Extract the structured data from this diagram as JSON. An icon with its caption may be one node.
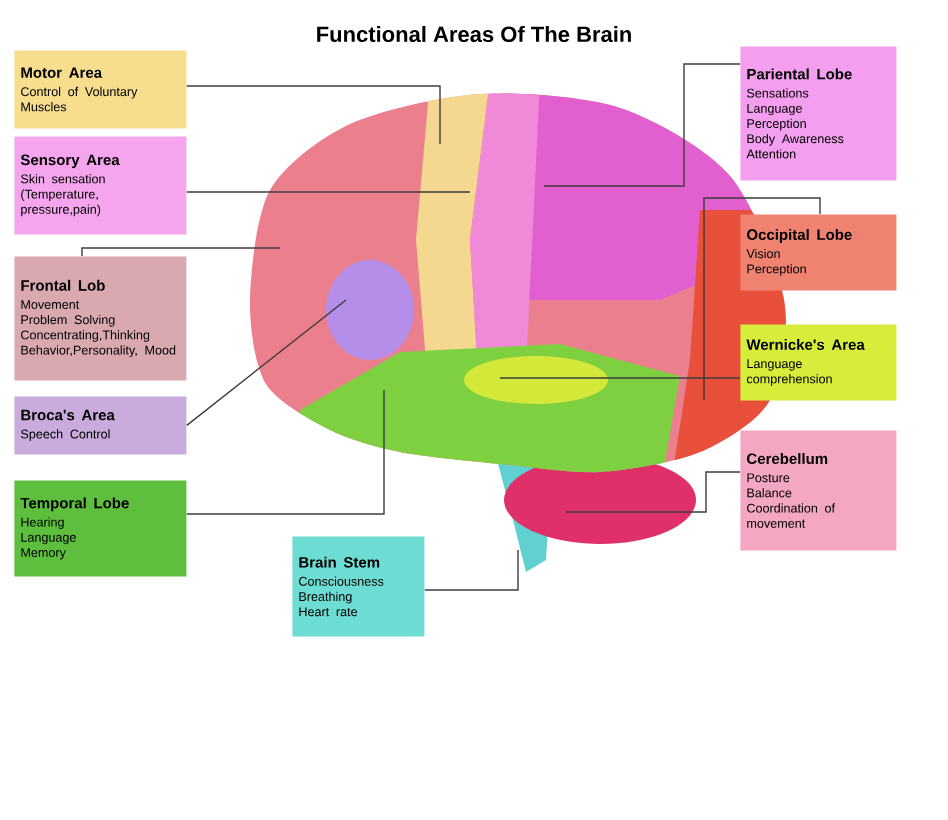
{
  "diagram": {
    "title": "Functional Areas Of The Brain",
    "nodes": [
      {
        "text": [
          "Motor Area",
          "Control of Voluntary Muscles"
        ]
      },
      {
        "text": [
          "Sensory Area",
          "Skin sensation (Temperature, pressure,pain)"
        ]
      },
      {
        "text": [
          "Frontal Lob",
          "Movement",
          "Problem Solving",
          "Concentrating,Thinking",
          "Behavior,Personality, Mood"
        ]
      },
      {
        "text": [
          "Broca's Area",
          "Speech Control"
        ]
      },
      {
        "text": [
          "Temporal Lobe",
          "Hearing",
          "Language",
          "Memory"
        ]
      },
      {
        "text": [
          "Brain Stem",
          "Consciousness",
          "Breathing",
          "Heart rate"
        ]
      },
      {
        "text": [
          "Pariental Lobe",
          "Sensations",
          "Language",
          "Perception",
          "Body Awareness",
          "Attention"
        ]
      },
      {
        "text": [
          "Occipital Lobe",
          "Vision",
          "Perception"
        ]
      },
      {
        "text": [
          "Wernicke's Area",
          "Language comprehension"
        ]
      },
      {
        "text": [
          "Cerebellum",
          "Posture",
          "Balance",
          "Coordination of movement"
        ]
      }
    ],
    "edges": [
      {
        "from": 0,
        "to": null,
        "arrow": "none"
      },
      {
        "from": 1,
        "to": null,
        "arrow": "none"
      },
      {
        "from": 2,
        "to": null,
        "arrow": "none"
      },
      {
        "from": 3,
        "to": null,
        "arrow": "none"
      },
      {
        "from": 4,
        "to": null,
        "arrow": "none"
      },
      {
        "from": 5,
        "to": null,
        "arrow": "none"
      },
      {
        "from": 6,
        "to": null,
        "arrow": "none"
      },
      {
        "from": 7,
        "to": null,
        "arrow": "none"
      },
      {
        "from": 8,
        "to": null,
        "arrow": "none"
      },
      {
        "from": 9,
        "to": null,
        "arrow": "none"
      }
    ]
  }
}
